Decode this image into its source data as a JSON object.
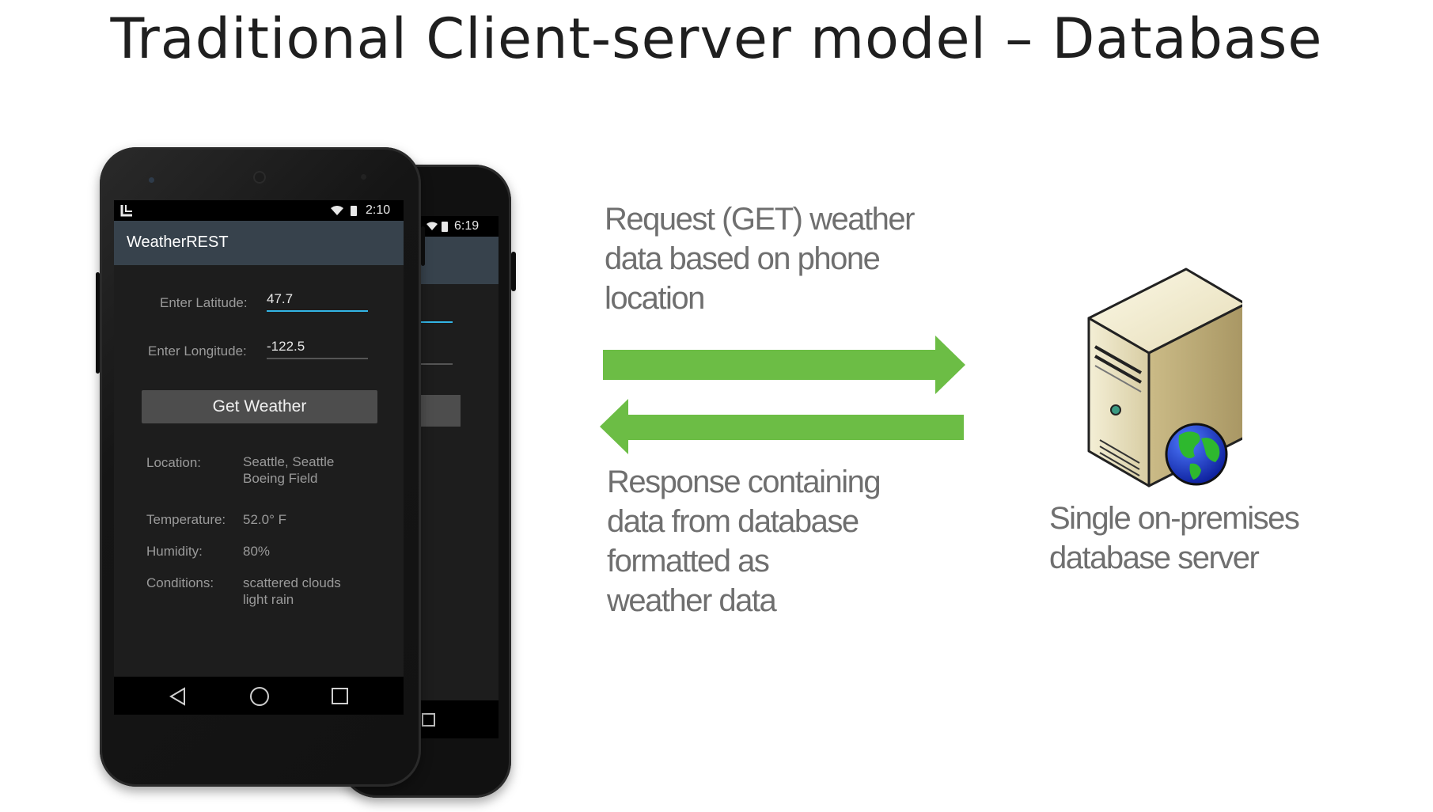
{
  "title": "Traditional Client-server model – Database",
  "phone_front": {
    "status_time": "2:10",
    "app_name": "WeatherREST",
    "latitude_label": "Enter Latitude:",
    "latitude_value": "47.7",
    "longitude_label": "Enter Longitude:",
    "longitude_value": "-122.5",
    "button_label": "Get Weather",
    "location_label": "Location:",
    "location_lines": [
      "Seattle, Seattle",
      "Boeing Field"
    ],
    "temperature_label": "Temperature:",
    "temperature_value": "52.0° F",
    "humidity_label": "Humidity:",
    "humidity_value": "80%",
    "conditions_label": "Conditions:",
    "conditions_lines": [
      "scattered clouds",
      "light rain"
    ]
  },
  "phone_back": {
    "status_time": "6:19"
  },
  "request_text": [
    "Request (GET) weather",
    "data based on phone",
    "location"
  ],
  "response_text": [
    "Response containing",
    "data from database",
    "formatted as",
    "weather data"
  ],
  "server_text": [
    "Single on-premises",
    "database server"
  ],
  "colors": {
    "arrow": "#6cbd45",
    "note_text": "#6f6f6f",
    "action_bar": "#37424c",
    "input_accent": "#33b5e5"
  },
  "icons": {
    "server": "database-server-icon",
    "globe": "globe-icon",
    "back": "back-triangle-icon",
    "home": "home-circle-icon",
    "recents": "recents-square-icon"
  }
}
